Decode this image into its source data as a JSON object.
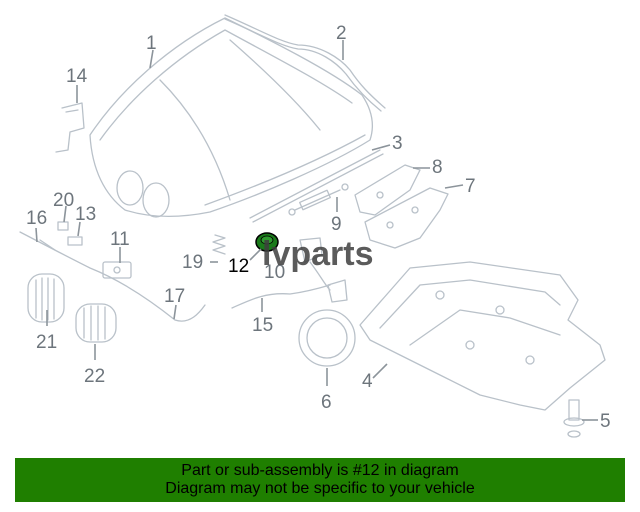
{
  "diagram": {
    "watermark": "lvparts",
    "highlighted_part": "12",
    "callouts": [
      "1",
      "2",
      "3",
      "4",
      "5",
      "6",
      "7",
      "8",
      "9",
      "10",
      "11",
      "12",
      "13",
      "14",
      "15",
      "16",
      "17",
      "19",
      "20",
      "21",
      "22"
    ]
  },
  "footer": {
    "line1": "Part or sub-assembly is #12 in diagram",
    "line2": "Diagram may not be specific to your vehicle",
    "background": "#1f7f00"
  },
  "colors": {
    "highlight_part": "#1a7a1a",
    "line_art": "#b9c1c9",
    "callout_text": "#6d757c"
  }
}
